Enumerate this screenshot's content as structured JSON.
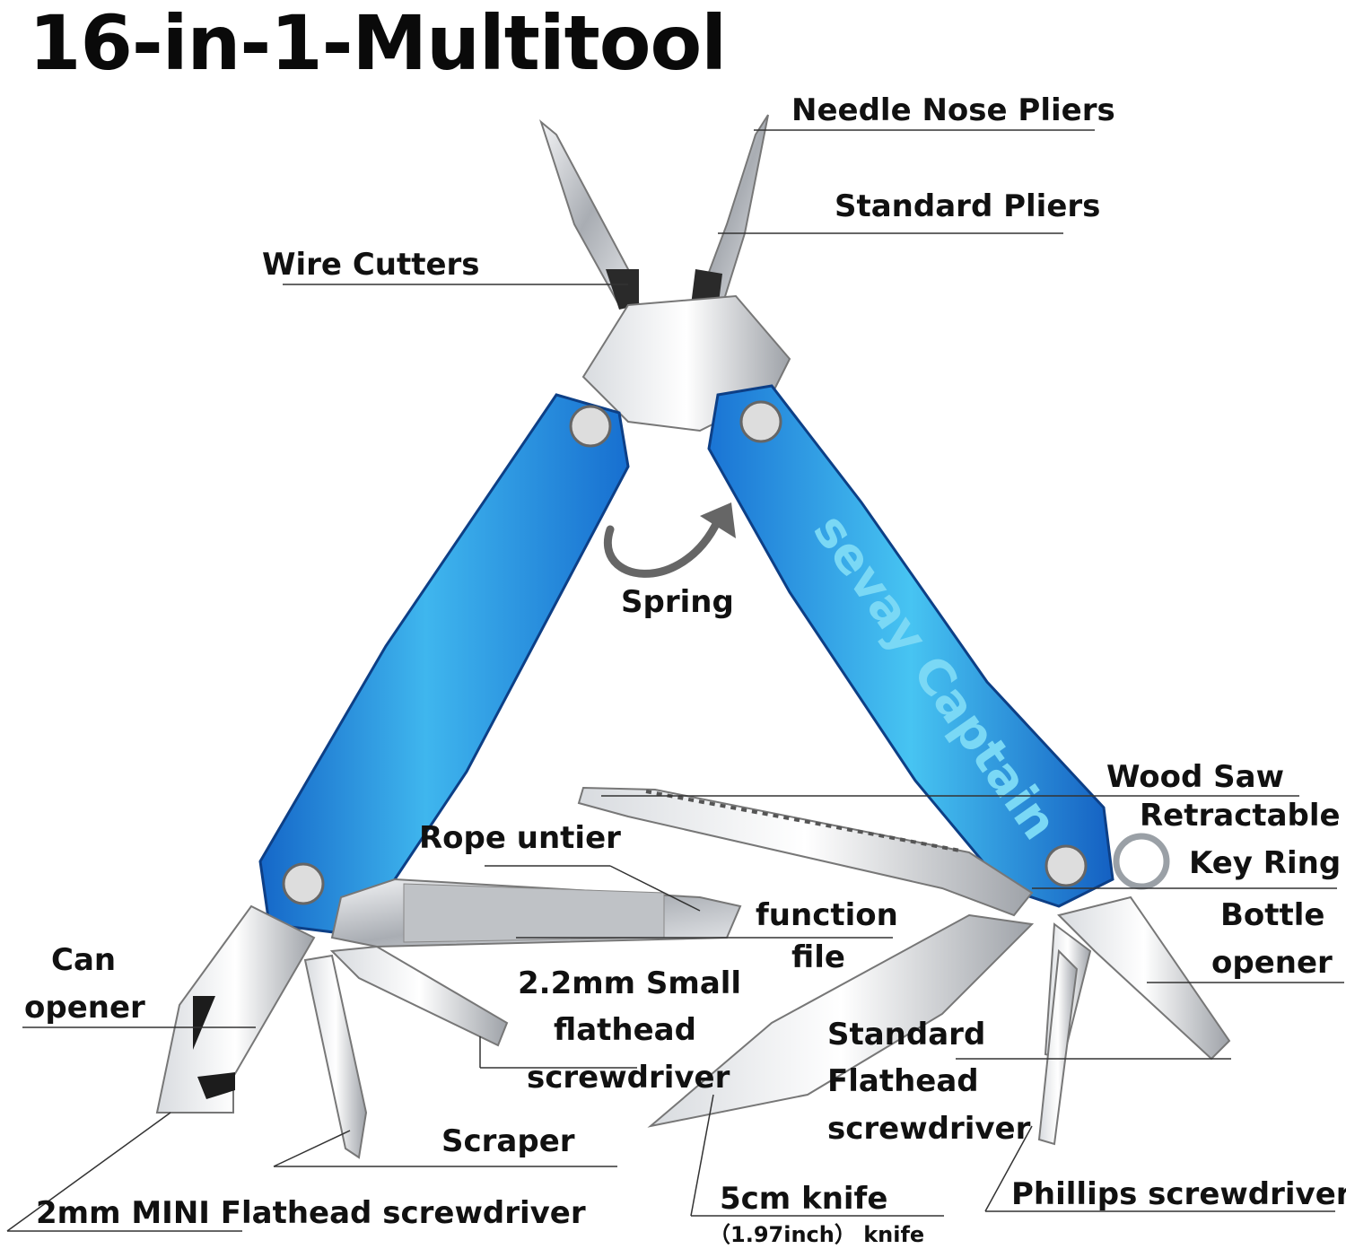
{
  "title": "16-in-1-Multitool",
  "brand_engraving": "sevay Captain",
  "colors": {
    "handle": "#1f8fe0",
    "handle_light": "#5cd0f2",
    "steel": "#c9ccd1",
    "line": "#333333"
  },
  "labels": {
    "needle_nose_pliers": "Needle Nose Pliers",
    "standard_pliers": "Standard Pliers",
    "wire_cutters": "Wire Cutters",
    "spring": "Spring",
    "wood_saw": "Wood Saw",
    "retractable": "Retractable",
    "key_ring": "Key Ring",
    "rope_untier": "Rope untier",
    "function": "function",
    "file": "file",
    "bottle": "Bottle",
    "opener": "opener",
    "can": "Can",
    "can_opener": "opener",
    "small_flat_1": "2.2mm Small",
    "small_flat_2": "flathead",
    "small_flat_3": "screwdriver",
    "standard_1": "Standard",
    "standard_2": "Flathead",
    "standard_3": "screwdriver",
    "scraper": "Scraper",
    "mini_flat": "2mm MINI Flathead screwdriver",
    "knife": "5cm knife",
    "knife_sub": "（1.97inch） knife",
    "phillips": "Phillips screwdriver"
  }
}
